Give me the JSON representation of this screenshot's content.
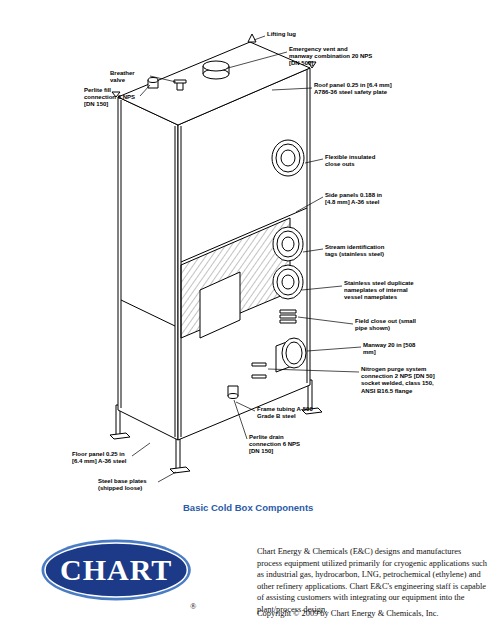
{
  "diagram": {
    "caption": "Basic Cold Box Components",
    "nodes": [
      {
        "text": [
          "CHART"
        ]
      }
    ],
    "labels": [
      "Breather valve",
      "Lifting lug",
      "Perlite fill connection 6 NPS [DN 150]",
      "Emergency vent and manway combination 20 NPS [DN 500]",
      "Roof panel 0.25 in [6.4 mm] A786-36 steel safety plate",
      "Flexible insulated close outs",
      "Side panels 0.188 in [4.8 mm] A-36 steel",
      "Stream identification tags (stainless steel)",
      "Stainless steel duplicate nameplates of internal vessel nameplates",
      "Field close out (small pipe shown)",
      "Manway 20 in [508 mm]",
      "Nitrogen purge system connection 2 NPS [DN 50] socket welded, class 150, ANSI B16.5 flange",
      "Frame tubing A-500 Grade B steel",
      "Perlite drain connection 6 NPS [DN 150]",
      "Floor panel 0.25 in [6.4 mm] A-36 steel",
      "Steel base plates (shipped loose)",
      "®",
      "Chart Energy & Chemicals (E&C) designs and manufactures process equipment utilized primarily for cryogenic applications such as industrial gas, hydrocarbon, LNG, petrochemical (ethylene) and other refinery applications. Chart E&C's engineering staff is capable of assisting customers with integrating our equipment into the plant/process design.",
      "Copyright © 2009 by Chart Energy & Chemicals, Inc."
    ]
  }
}
